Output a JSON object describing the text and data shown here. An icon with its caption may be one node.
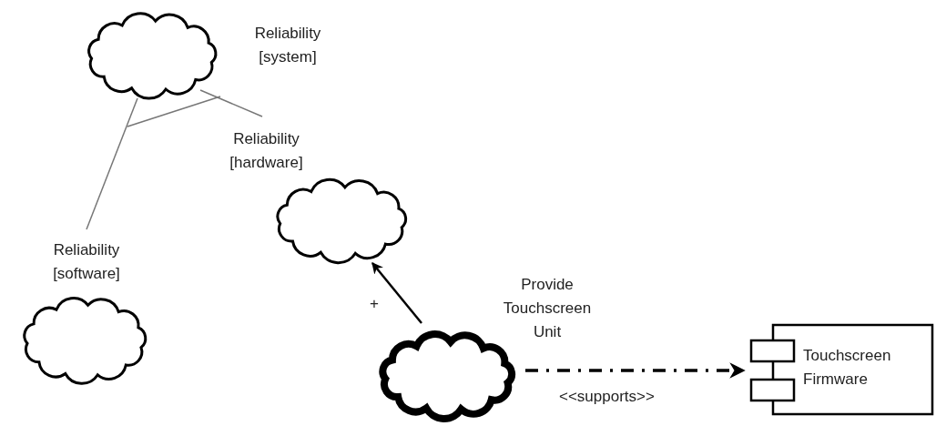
{
  "diagram": {
    "nodes": [
      {
        "text": [
          "Reliability [system]"
        ]
      },
      {
        "text": [
          "Reliability [hardware]"
        ]
      },
      {
        "text": [
          "Reliability [software]"
        ]
      },
      {
        "text": [
          "Provide Touchscreen Unit"
        ]
      },
      {
        "text": [
          "Touchscreen Firmware"
        ]
      }
    ],
    "edges": [
      {
        "from": 1,
        "to": 0,
        "arrow": "none",
        "color": "#777777"
      },
      {
        "from": 2,
        "to": 0,
        "arrow": "none",
        "color": "#777777"
      },
      {
        "from": 3,
        "to": 1,
        "arrow": "to",
        "label": "+",
        "color": "#000000"
      },
      {
        "from": 3,
        "to": 4,
        "arrow": "to",
        "label": "<<supports>>",
        "style": "dashed",
        "color": "#000000"
      }
    ]
  }
}
